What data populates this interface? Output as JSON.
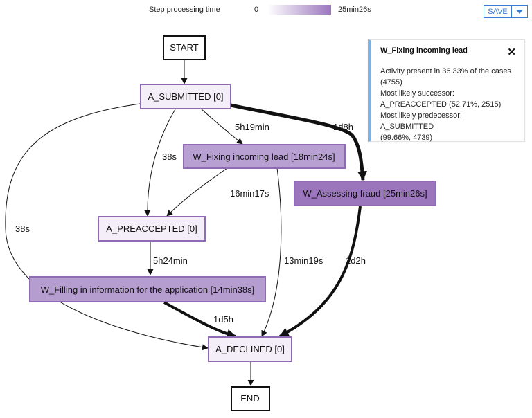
{
  "legend": {
    "label": "Step processing time",
    "min": "0",
    "max": "25min26s",
    "min_color": "#ffffff",
    "max_color": "#9b76bd"
  },
  "toolbar": {
    "save_label": "SAVE",
    "dropdown_icon": "caret-down-icon"
  },
  "info_panel": {
    "title": "W_Fixing incoming lead",
    "close_icon": "close-icon",
    "lines": [
      "Activity present in 36.33% of the cases",
      "(4755)",
      "Most likely successor:",
      "A_PREACCEPTED (52.71%, 2515)",
      "Most likely predecessor: A_SUBMITTED",
      "(99.66%, 4739)"
    ]
  },
  "graph": {
    "nodes": [
      {
        "id": "start",
        "label": "START"
      },
      {
        "id": "submitted",
        "label": "A_SUBMITTED [0]"
      },
      {
        "id": "fixing",
        "label": "W_Fixing incoming lead [18min24s]"
      },
      {
        "id": "fraud",
        "label": "W_Assessing fraud [25min26s]"
      },
      {
        "id": "preaccepted",
        "label": "A_PREACCEPTED [0]"
      },
      {
        "id": "filling",
        "label": "W_Filling in information for the application [14min38s]"
      },
      {
        "id": "declined",
        "label": "A_DECLINED [0]"
      },
      {
        "id": "end",
        "label": "END"
      }
    ],
    "edges": [
      {
        "from": "start",
        "to": "submitted",
        "label": ""
      },
      {
        "from": "submitted",
        "to": "fixing",
        "label": "5h19min"
      },
      {
        "from": "submitted",
        "to": "fraud",
        "label": "1d8h"
      },
      {
        "from": "submitted",
        "to": "preaccepted",
        "label": "38s"
      },
      {
        "from": "submitted",
        "to": "declined",
        "label": "38s"
      },
      {
        "from": "fixing",
        "to": "preaccepted",
        "label": "16min17s"
      },
      {
        "from": "fixing",
        "to": "declined",
        "label": "13min19s"
      },
      {
        "from": "fraud",
        "to": "declined",
        "label": "1d2h"
      },
      {
        "from": "preaccepted",
        "to": "filling",
        "label": "5h24min"
      },
      {
        "from": "filling",
        "to": "declined",
        "label": "1d5h"
      },
      {
        "from": "declined",
        "to": "end",
        "label": ""
      }
    ]
  }
}
